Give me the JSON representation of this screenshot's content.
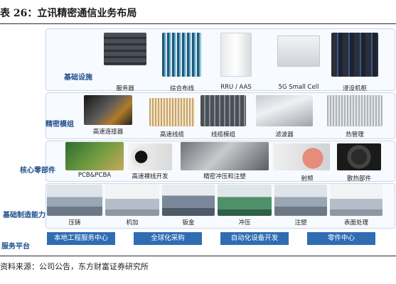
{
  "figure": {
    "title": "表 26：立讯精密通信业务布局",
    "source": "资料来源：公司公告，东方财富证券研究所"
  },
  "layers": {
    "infrastructure": {
      "label": "基础设施",
      "items": [
        "服务器",
        "综合布线",
        "RRU / AAS",
        "5G Small Cell",
        "浸没机柜"
      ]
    },
    "precision_modules": {
      "label": "精密模组",
      "items": [
        "高速连接器",
        "高速线缆",
        "线缆模组",
        "滤波器",
        "热管理"
      ]
    },
    "core_components": {
      "label": "核心零部件",
      "items": [
        "PCB&PCBA",
        "高速裸线开发",
        "精密冲压和注塑",
        "射频",
        "散热部件"
      ]
    },
    "manufacturing": {
      "label": "基础制造能力",
      "items": [
        "压铸",
        "机加",
        "钣金",
        "冲压",
        "注塑",
        "表面处理"
      ]
    },
    "service_platform": {
      "label": "服务平台",
      "items": [
        "本地工程服务中心",
        "全球化采购",
        "自动化设备开发",
        "零件中心"
      ]
    }
  },
  "colors": {
    "accent": "#2f6db3",
    "label": "#1f4e8c",
    "layer_bg": "#f7fafe",
    "layer_border": "#c9d7ea"
  }
}
